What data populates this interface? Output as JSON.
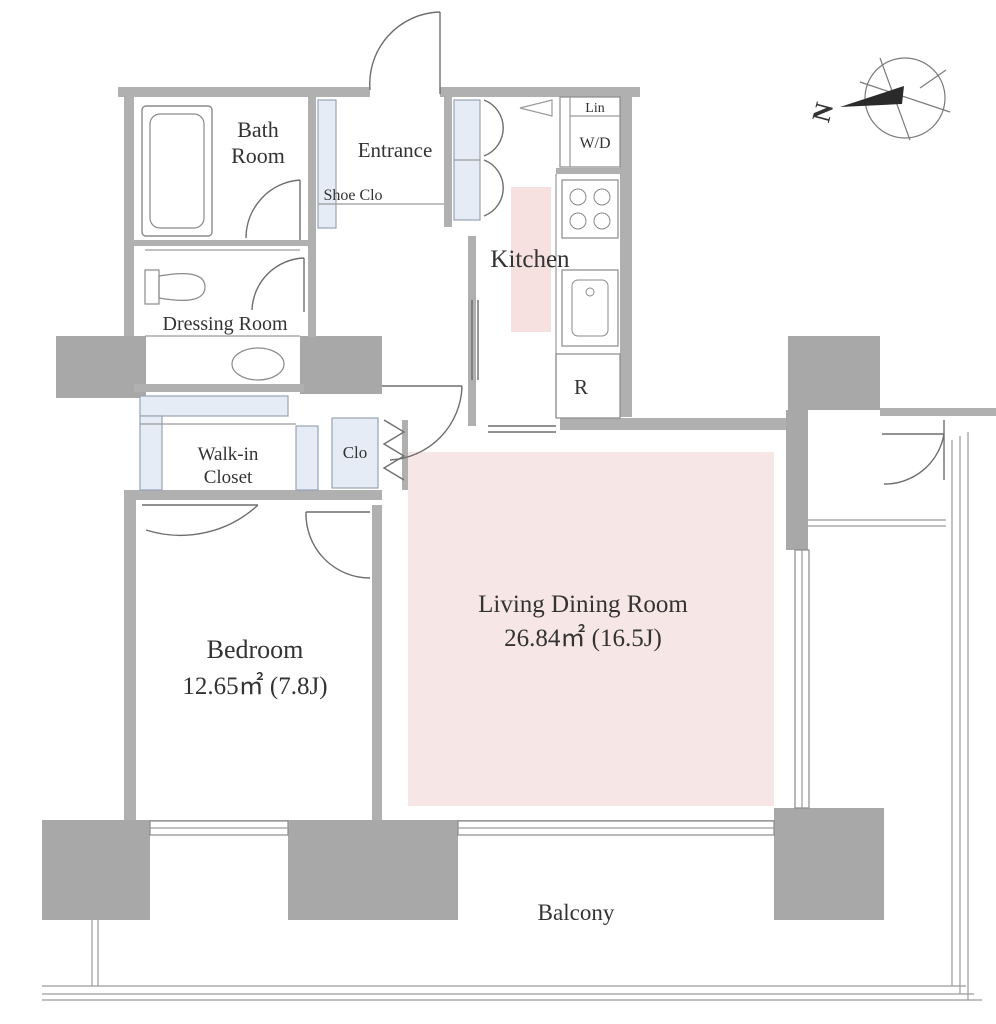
{
  "rooms": {
    "bath_room": {
      "line1": "Bath",
      "line2": "Room"
    },
    "entrance": "Entrance",
    "shoe_closet": "Shoe Clo",
    "linen": "Lin",
    "washer_dryer": "W/D",
    "kitchen": "Kitchen",
    "dressing_room": "Dressing Room",
    "refrigerator": "R",
    "walk_in_closet": {
      "line1": "Walk-in",
      "line2": "Closet"
    },
    "closet": "Clo",
    "living_dining": {
      "name": "Living Dining Room",
      "area": "26.84㎡  (16.5J)"
    },
    "bedroom": {
      "name": "Bedroom",
      "area": "12.65㎡  (7.8J)"
    },
    "balcony": "Balcony"
  },
  "compass": {
    "north_label": "N"
  },
  "colors": {
    "wall": "#b0b0b0",
    "living_highlight": "#f7e6e6",
    "kitchen_highlight": "#f6e0e0",
    "storage": "#e6ecf5",
    "text": "#333333"
  }
}
